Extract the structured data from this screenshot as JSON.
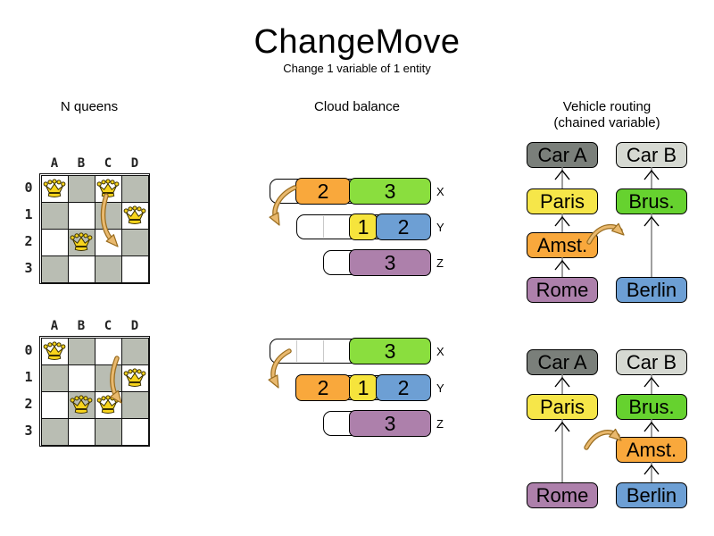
{
  "title": "ChangeMove",
  "subtitle": "Change 1 variable of 1 entity",
  "colors": {
    "board_dark_cell": "#b9bdb3",
    "board_light_cell": "#ffffff",
    "queen_yellow": "#f8d41c",
    "move_arrow_fill": "#e9b96e",
    "move_arrow_outline": "#9a6d20",
    "chain_line_gray": "#7f7f7f"
  },
  "sections": {
    "nqueens": {
      "title": "N queens",
      "column_labels": [
        "A",
        "B",
        "C",
        "D"
      ],
      "row_labels": [
        "0",
        "1",
        "2",
        "3"
      ],
      "boards": [
        {
          "name": "before-move",
          "queens": [
            {
              "col": 0,
              "row": 0
            },
            {
              "col": 2,
              "row": 0
            },
            {
              "col": 3,
              "row": 1
            },
            {
              "col": 1,
              "row": 2
            }
          ]
        },
        {
          "name": "after-move",
          "queens": [
            {
              "col": 0,
              "row": 0
            },
            {
              "col": 3,
              "row": 1
            },
            {
              "col": 1,
              "row": 2
            },
            {
              "col": 2,
              "row": 2
            }
          ]
        }
      ]
    },
    "cloud": {
      "title": "Cloud balance",
      "states": [
        {
          "name": "before-move",
          "rows": [
            {
              "label": "X",
              "capacity": 6,
              "blocks": [
                {
                  "value": "2",
                  "size": 2,
                  "color": "#f9a83c"
                },
                {
                  "value": "3",
                  "size": 3,
                  "color": "#8ade3e"
                }
              ]
            },
            {
              "label": "Y",
              "capacity": 5,
              "blocks": [
                {
                  "value": "1",
                  "size": 1,
                  "color": "#f6e43c"
                },
                {
                  "value": "2",
                  "size": 2,
                  "color": "#6d9fd4"
                }
              ]
            },
            {
              "label": "Z",
              "capacity": 4,
              "blocks": [
                {
                  "value": "3",
                  "size": 3,
                  "color": "#ad80ab"
                }
              ]
            }
          ]
        },
        {
          "name": "after-move",
          "rows": [
            {
              "label": "X",
              "capacity": 6,
              "blocks": [
                {
                  "value": "3",
                  "size": 3,
                  "color": "#8ade3e"
                }
              ]
            },
            {
              "label": "Y",
              "capacity": 5,
              "blocks": [
                {
                  "value": "2",
                  "size": 2,
                  "color": "#f9a83c"
                },
                {
                  "value": "1",
                  "size": 1,
                  "color": "#f6e43c"
                },
                {
                  "value": "2",
                  "size": 2,
                  "color": "#6d9fd4"
                }
              ]
            },
            {
              "label": "Z",
              "capacity": 4,
              "blocks": [
                {
                  "value": "3",
                  "size": 3,
                  "color": "#ad80ab"
                }
              ]
            }
          ]
        }
      ]
    },
    "vehicle": {
      "title": "Vehicle routing",
      "subtitle": "(chained variable)",
      "states": [
        {
          "name": "before-move",
          "boxes": [
            {
              "id": "carA",
              "label": "Car A",
              "color": "#7a7f7a",
              "col": 0,
              "row": 0
            },
            {
              "id": "paris",
              "label": "Paris",
              "color": "#f6e649",
              "col": 0,
              "row": 1
            },
            {
              "id": "amst",
              "label": "Amst.",
              "color": "#f9a83c",
              "col": 0,
              "row": 2
            },
            {
              "id": "rome",
              "label": "Rome",
              "color": "#ad80ab",
              "col": 0,
              "row": 3
            },
            {
              "id": "carB",
              "label": "Car B",
              "color": "#d6d9d2",
              "col": 1,
              "row": 0
            },
            {
              "id": "brus",
              "label": "Brus.",
              "color": "#66d22f",
              "col": 1,
              "row": 1
            },
            {
              "id": "berlin",
              "label": "Berlin",
              "color": "#6d9fd4",
              "col": 1,
              "row": 3
            }
          ],
          "links": [
            [
              "rome",
              "amst"
            ],
            [
              "amst",
              "paris"
            ],
            [
              "paris",
              "carA"
            ],
            [
              "berlin",
              "brus"
            ],
            [
              "brus",
              "carB"
            ]
          ]
        },
        {
          "name": "after-move",
          "boxes": [
            {
              "id": "carA",
              "label": "Car A",
              "color": "#7a7f7a",
              "col": 0,
              "row": 0
            },
            {
              "id": "paris",
              "label": "Paris",
              "color": "#f6e649",
              "col": 0,
              "row": 1
            },
            {
              "id": "rome",
              "label": "Rome",
              "color": "#ad80ab",
              "col": 0,
              "row": 3
            },
            {
              "id": "carB",
              "label": "Car B",
              "color": "#d6d9d2",
              "col": 1,
              "row": 0
            },
            {
              "id": "brus",
              "label": "Brus.",
              "color": "#66d22f",
              "col": 1,
              "row": 1
            },
            {
              "id": "amst",
              "label": "Amst.",
              "color": "#f9a83c",
              "col": 1,
              "row": 2
            },
            {
              "id": "berlin",
              "label": "Berlin",
              "color": "#6d9fd4",
              "col": 1,
              "row": 3
            }
          ],
          "links": [
            [
              "rome",
              "paris"
            ],
            [
              "paris",
              "carA"
            ],
            [
              "berlin",
              "amst"
            ],
            [
              "amst",
              "brus"
            ],
            [
              "brus",
              "carB"
            ]
          ]
        }
      ]
    }
  }
}
